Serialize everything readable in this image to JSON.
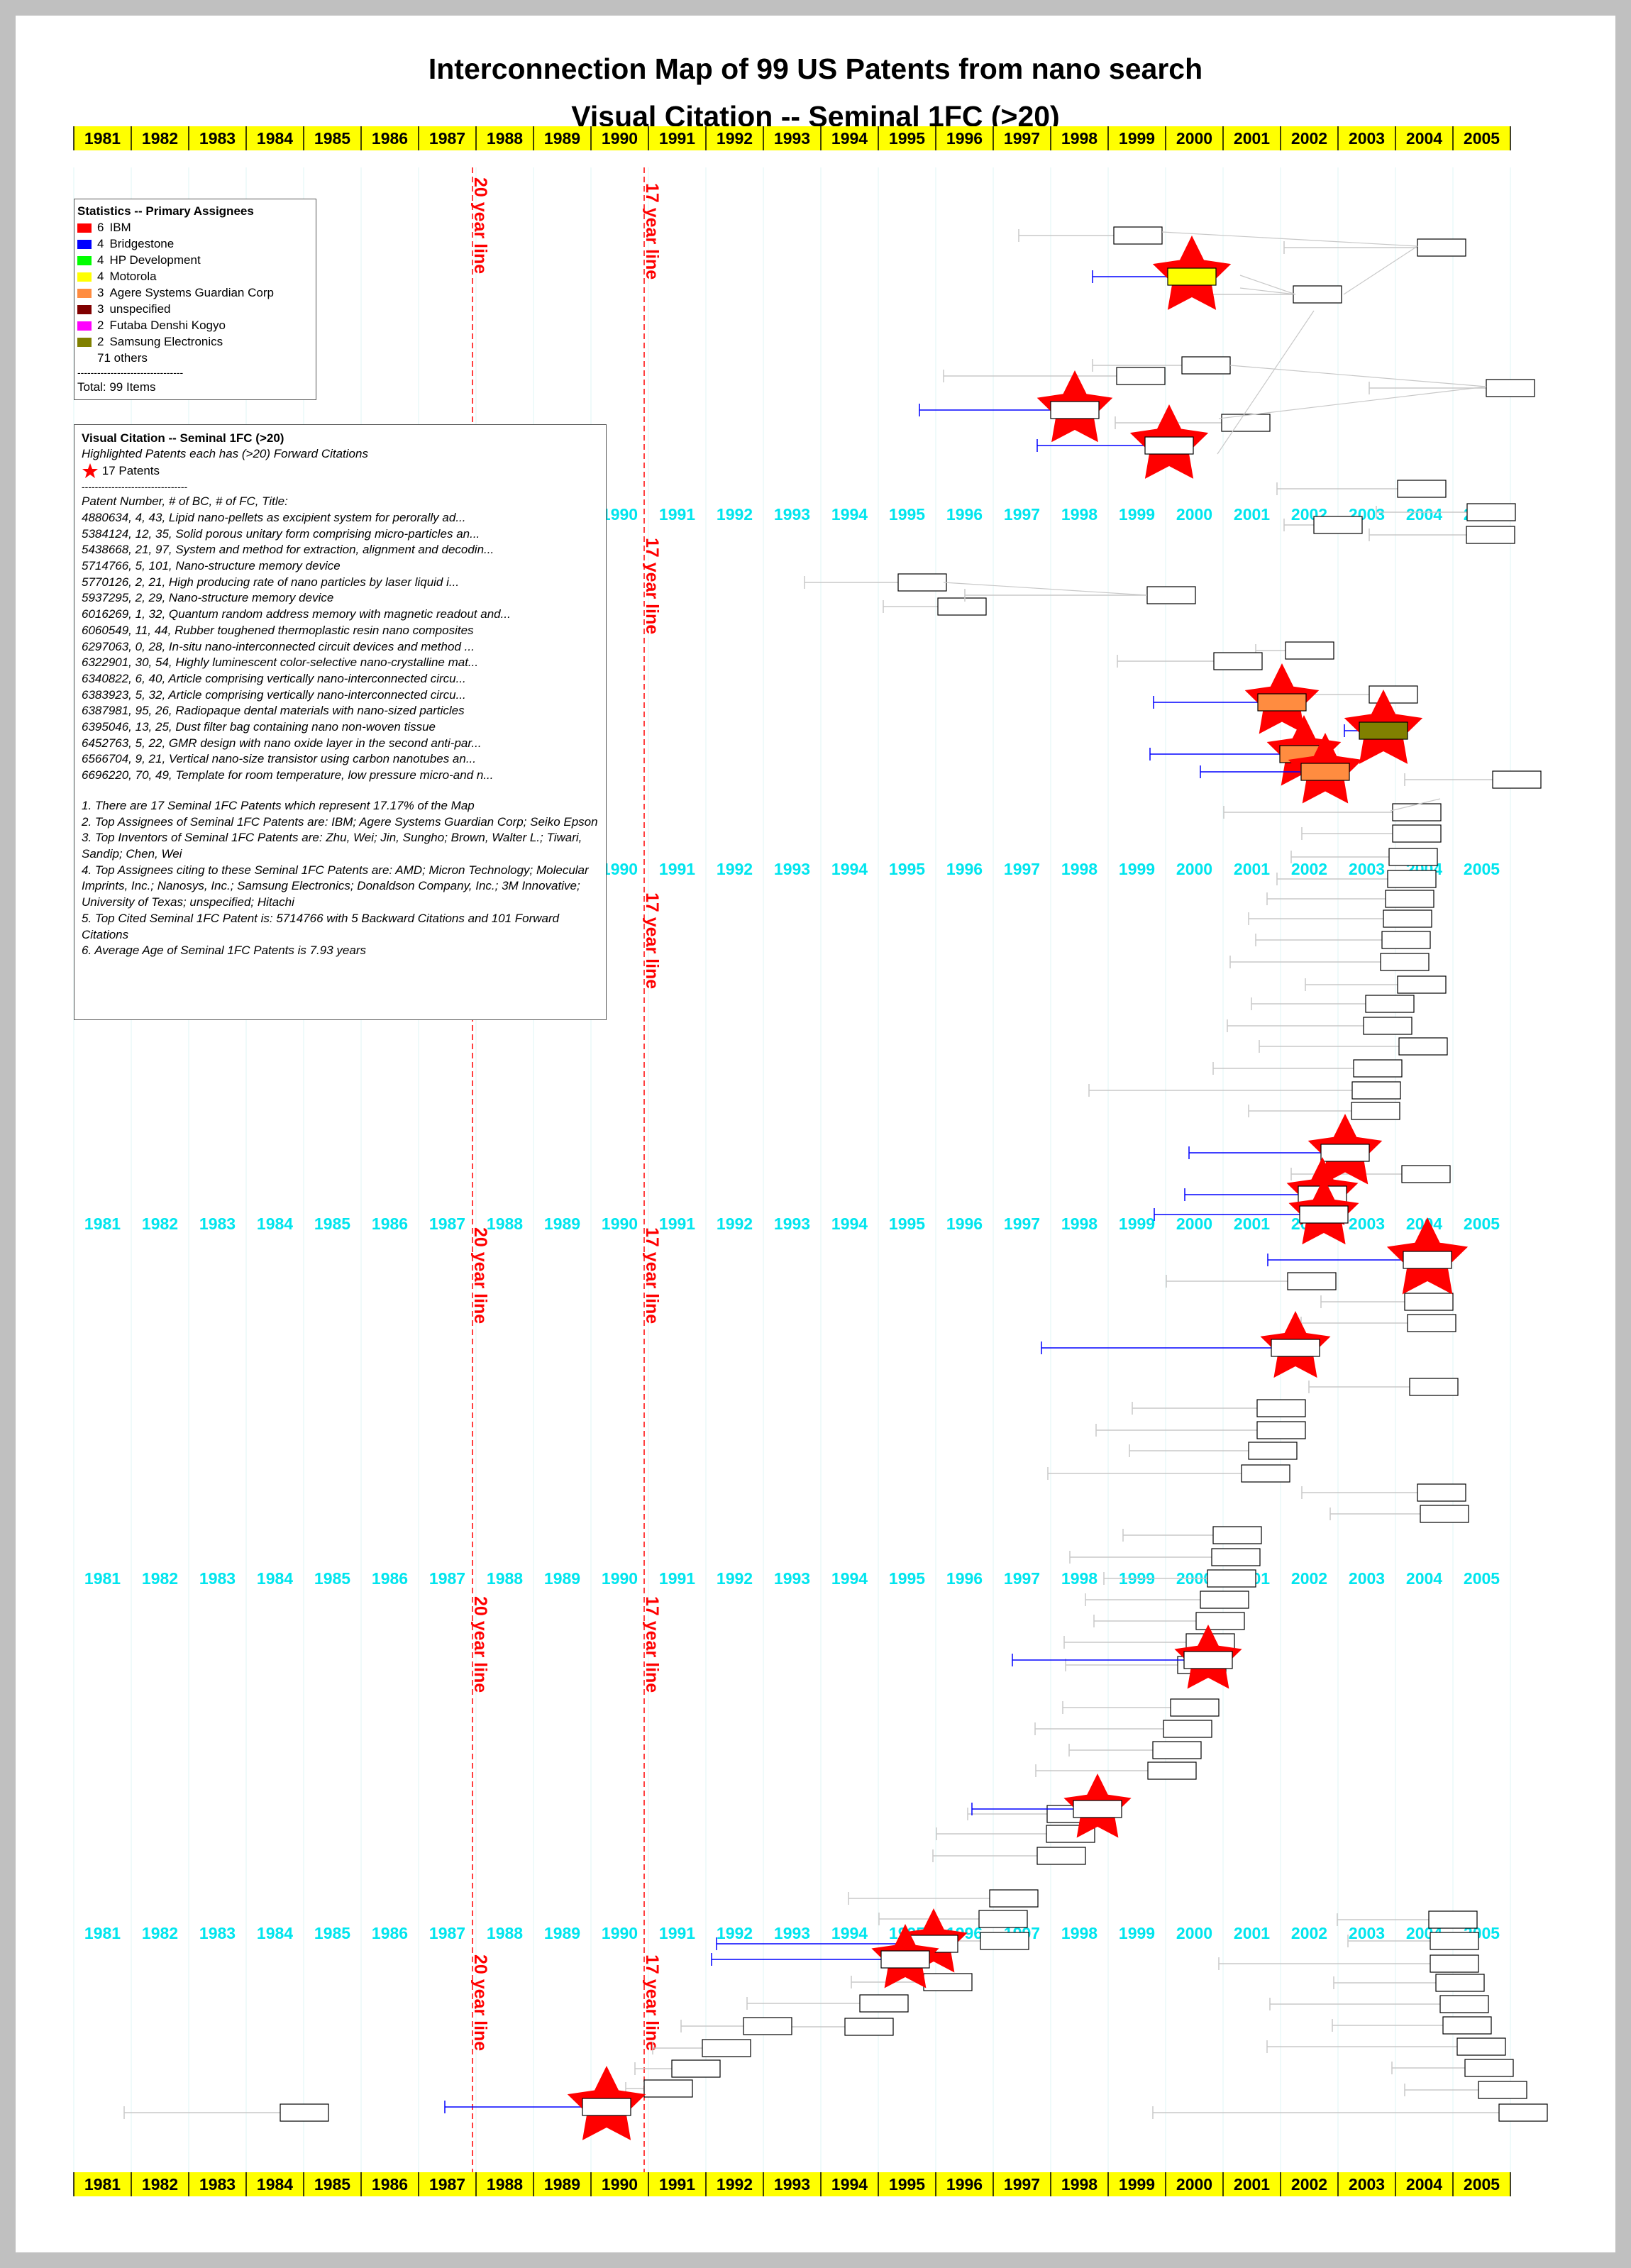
{
  "title": "Interconnection Map of 99 US Patents from nano search",
  "subtitle": "Visual Citation -- Seminal 1FC (>20)",
  "years": [
    "1981",
    "1982",
    "1983",
    "1984",
    "1985",
    "1986",
    "1987",
    "1988",
    "1989",
    "1990",
    "1991",
    "1992",
    "1993",
    "1994",
    "1995",
    "1996",
    "1997",
    "1998",
    "1999",
    "2000",
    "2001",
    "2002",
    "2003",
    "2004",
    "2005"
  ],
  "ref_lines": {
    "twenty": "20 year line",
    "seventeen": "17 year line"
  },
  "colors": {
    "year_band": "#ffff00",
    "year_text_overlay": "#00e5ee",
    "ref_line": "#ff0000",
    "star": "#ff0000",
    "seminal_link": "#0000ff",
    "other_link": "#c8c8c8"
  },
  "stats": {
    "heading": "Statistics -- Primary Assignees",
    "items": [
      {
        "count": "6",
        "name": "IBM",
        "color": "#ff0000"
      },
      {
        "count": "4",
        "name": "Bridgestone",
        "color": "#0000ff"
      },
      {
        "count": "4",
        "name": "HP Development",
        "color": "#00ff00"
      },
      {
        "count": "4",
        "name": "Motorola",
        "color": "#ffff00"
      },
      {
        "count": "3",
        "name": "Agere Systems Guardian Corp",
        "color": "#ff8c40"
      },
      {
        "count": "3",
        "name": "unspecified",
        "color": "#800000"
      },
      {
        "count": "2",
        "name": "Futaba Denshi Kogyo",
        "color": "#ff00ff"
      },
      {
        "count": "2",
        "name": "Samsung Electronics",
        "color": "#808000"
      }
    ],
    "others": "71  others",
    "rule": "--------------------------------",
    "total": "Total:  99 Items"
  },
  "visual": {
    "heading": "Visual Citation -- Seminal 1FC (>20)",
    "subheading": "Highlighted Patents each has (>20) Forward Citations",
    "star_label": "17 Patents",
    "rule": "--------------------------------",
    "columns": "Patent Number, # of BC, # of FC, Title:",
    "patents": [
      "4880634,  4, 43, Lipid nano-pellets as excipient system for perorally ad...",
      "5384124, 12, 35, Solid porous unitary form comprising micro-particles an...",
      "5438668, 21, 97, System and method for extraction, alignment and decodin...",
      "5714766,  5, 101, Nano-structure memory device",
      "5770126,  2, 21, High producing rate of nano particles by laser liquid i...",
      "5937295,  2, 29, Nano-structure memory device",
      "6016269,  1, 32, Quantum random address memory with magnetic readout and...",
      "6060549, 11, 44, Rubber toughened thermoplastic resin nano composites",
      "6297063,  0, 28, In-situ nano-interconnected circuit devices and method ...",
      "6322901, 30, 54, Highly luminescent color-selective nano-crystalline mat...",
      "6340822,  6, 40, Article comprising vertically nano-interconnected circu...",
      "6383923,  5, 32, Article comprising vertically nano-interconnected circu...",
      "6387981, 95, 26, Radiopaque dental materials with nano-sized particles",
      "6395046, 13, 25, Dust filter bag containing nano non-woven tissue",
      "6452763,  5, 22, GMR design with nano oxide layer in the second anti-par...",
      "6566704,  9, 21, Vertical nano-size transistor using carbon nanotubes an...",
      "6696220, 70, 49, Template for room temperature, low pressure micro-and n..."
    ],
    "notes": [
      "1. There are 17 Seminal 1FC Patents which represent 17.17% of the Map",
      "2. Top Assignees of Seminal 1FC Patents are: IBM; Agere Systems Guardian Corp; Seiko Epson",
      "3. Top Inventors of Seminal 1FC Patents are: Zhu, Wei; Jin, Sungho; Brown, Walter L.; Tiwari, Sandip; Chen, Wei",
      "4. Top Assignees citing to these Seminal 1FC Patents are: AMD; Micron Technology; Molecular Imprints, Inc.; Nanosys, Inc.; Samsung Electronics; Donaldson Company, Inc.; 3M Innovative; University of Texas; unspecified; Hitachi",
      "5. Top Cited Seminal 1FC Patent is: 5714766 with 5 Backward Citations and 101 Forward Citations",
      "6. Average Age of Seminal 1FC Patents is 7.93 years"
    ]
  }
}
